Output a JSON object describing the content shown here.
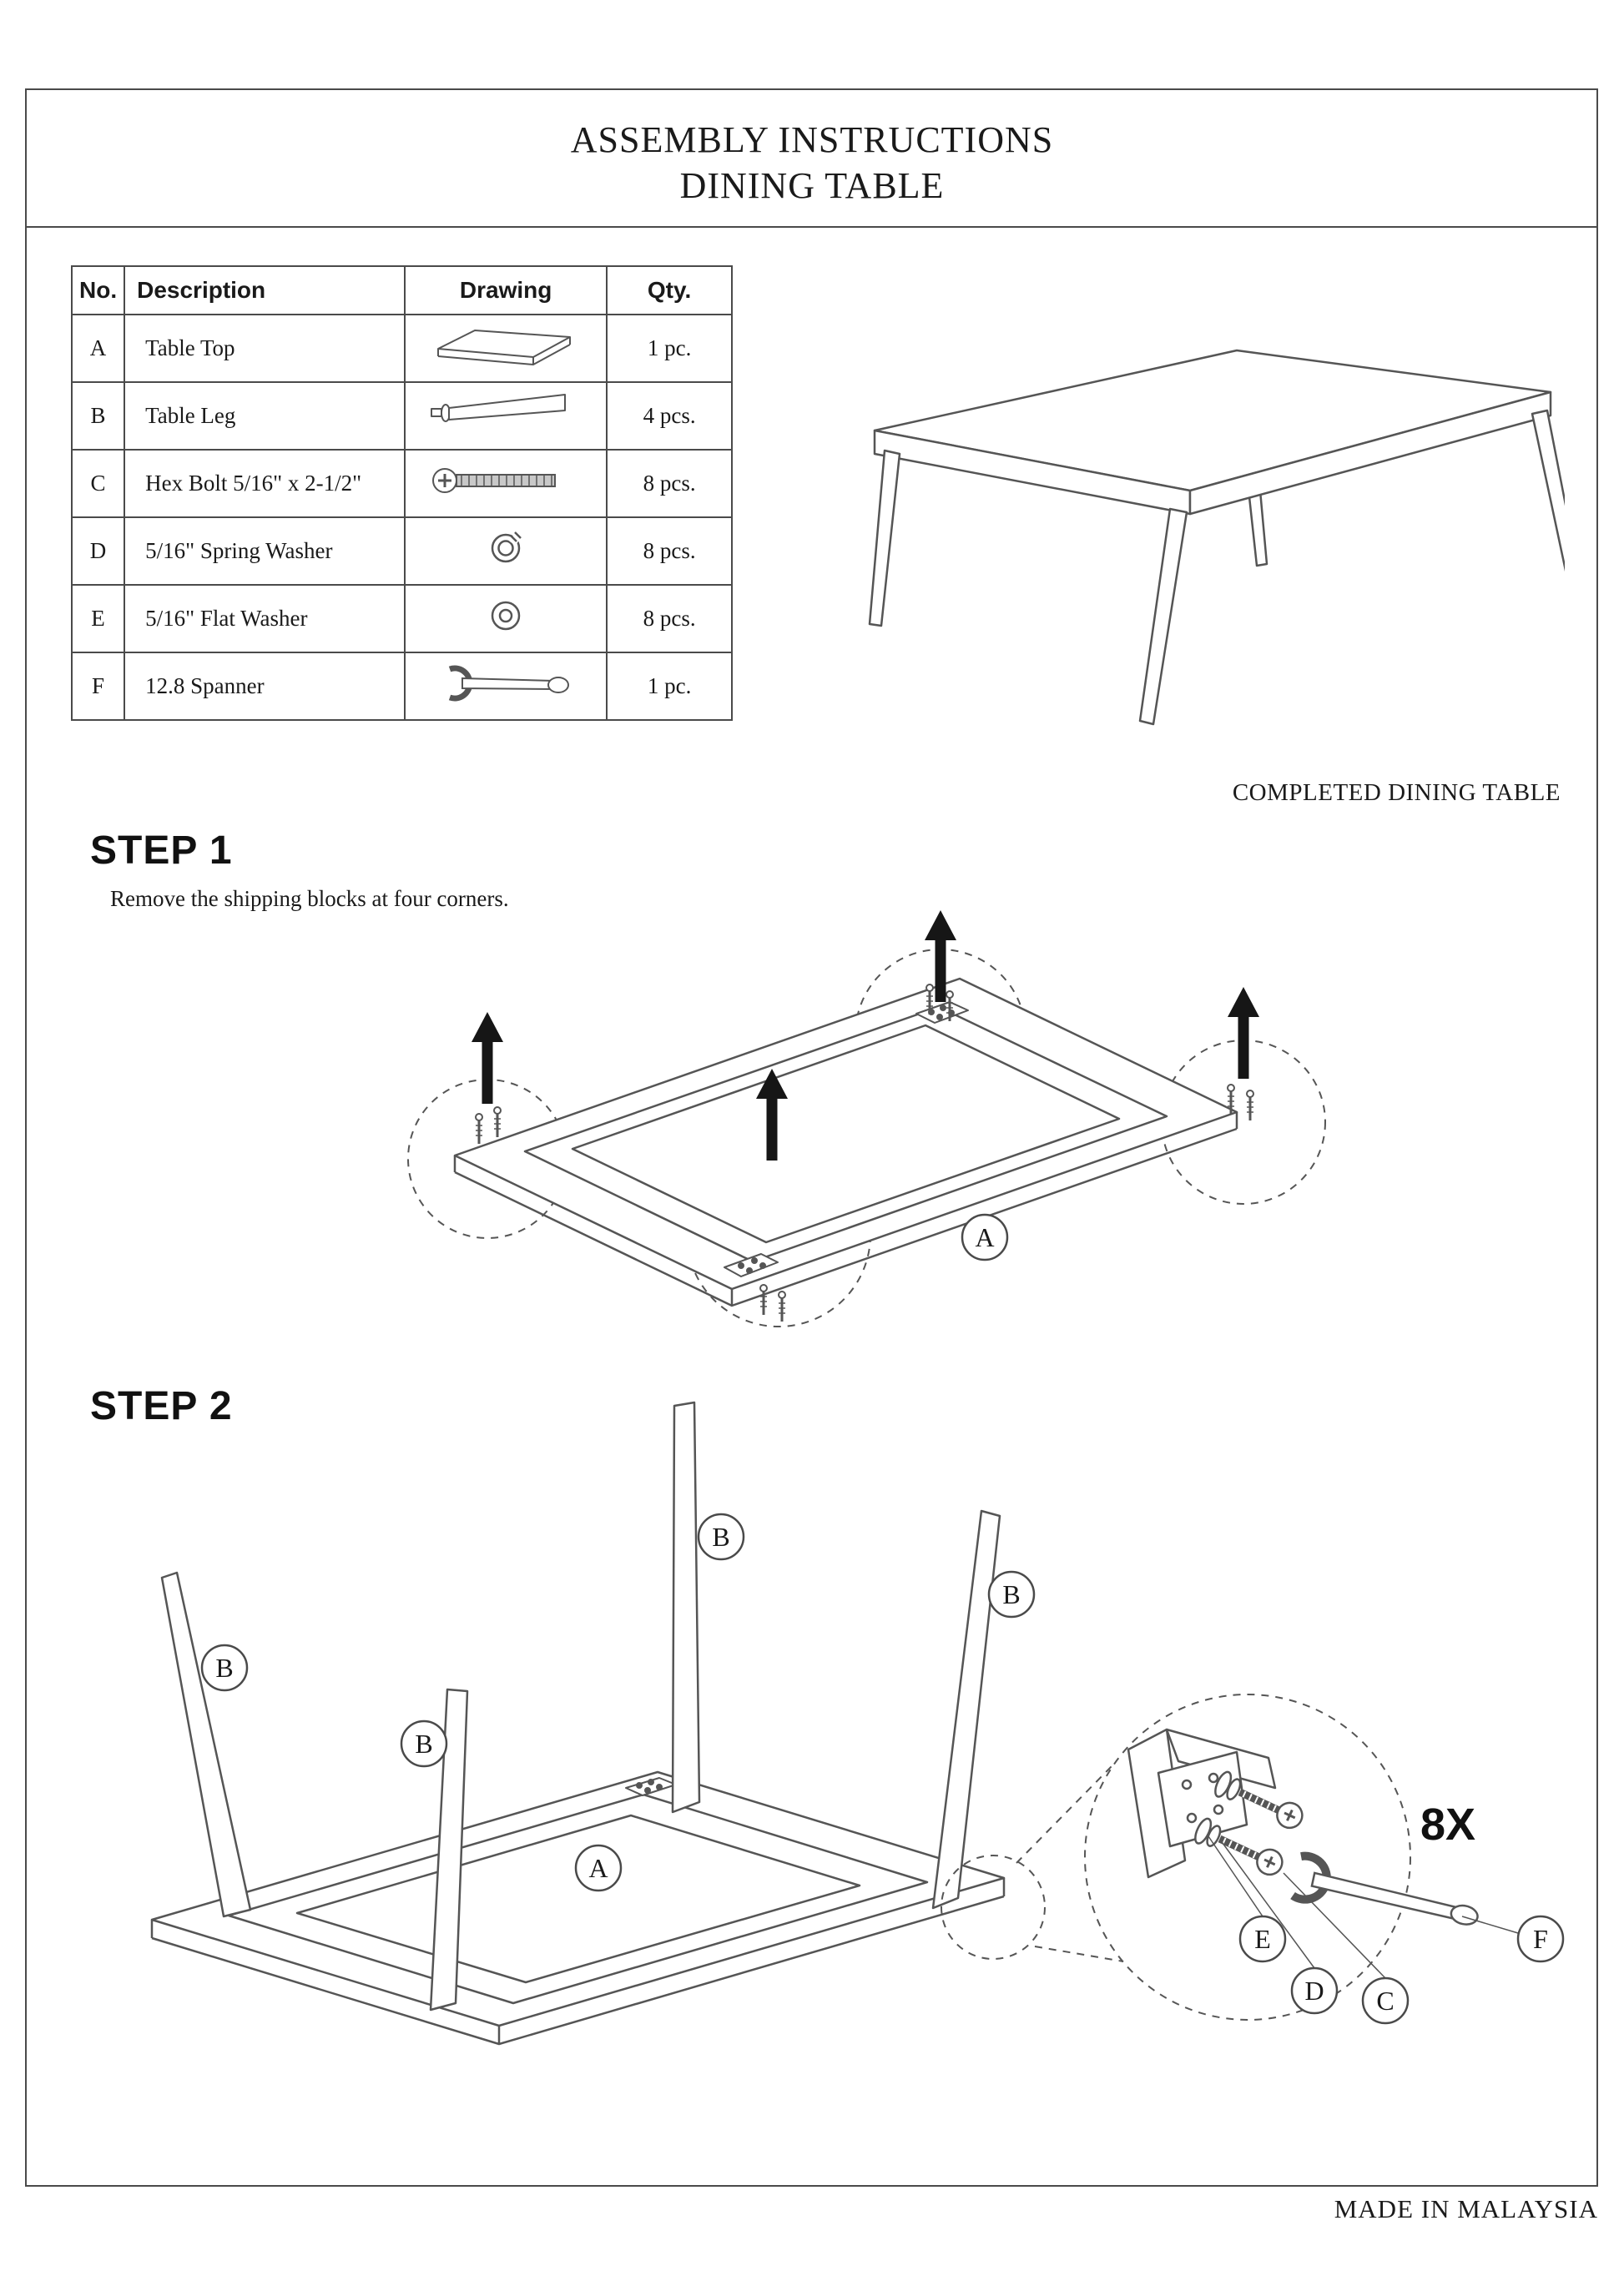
{
  "doc": {
    "title_line1": "ASSEMBLY INSTRUCTIONS",
    "title_line2": "DINING TABLE",
    "completed_caption": "COMPLETED DINING TABLE",
    "footer": "MADE IN MALAYSIA"
  },
  "parts_table": {
    "headers": {
      "no": "No.",
      "description": "Description",
      "drawing": "Drawing",
      "qty": "Qty."
    },
    "rows": [
      {
        "no": "A",
        "description": "Table Top",
        "drawing": "table-top-drawing",
        "qty": "1 pc."
      },
      {
        "no": "B",
        "description": "Table Leg",
        "drawing": "table-leg-drawing",
        "qty": "4 pcs."
      },
      {
        "no": "C",
        "description": "Hex Bolt 5/16\" x 2-1/2\"",
        "drawing": "hex-bolt-drawing",
        "qty": "8 pcs."
      },
      {
        "no": "D",
        "description": "5/16\" Spring Washer",
        "drawing": "spring-washer-drawing",
        "qty": "8 pcs."
      },
      {
        "no": "E",
        "description": "5/16\" Flat Washer",
        "drawing": "flat-washer-drawing",
        "qty": "8 pcs."
      },
      {
        "no": "F",
        "description": "12.8 Spanner",
        "drawing": "spanner-drawing",
        "qty": "1 pc."
      }
    ]
  },
  "step1": {
    "title": "STEP 1",
    "instruction": "Remove the shipping blocks at four corners.",
    "table_top_label": "A"
  },
  "step2": {
    "title": "STEP 2",
    "table_top_label": "A",
    "leg_label": "B",
    "hex_bolt_label": "C",
    "spring_washer_label": "D",
    "flat_washer_label": "E",
    "spanner_label": "F",
    "quantity_note": "8X"
  }
}
